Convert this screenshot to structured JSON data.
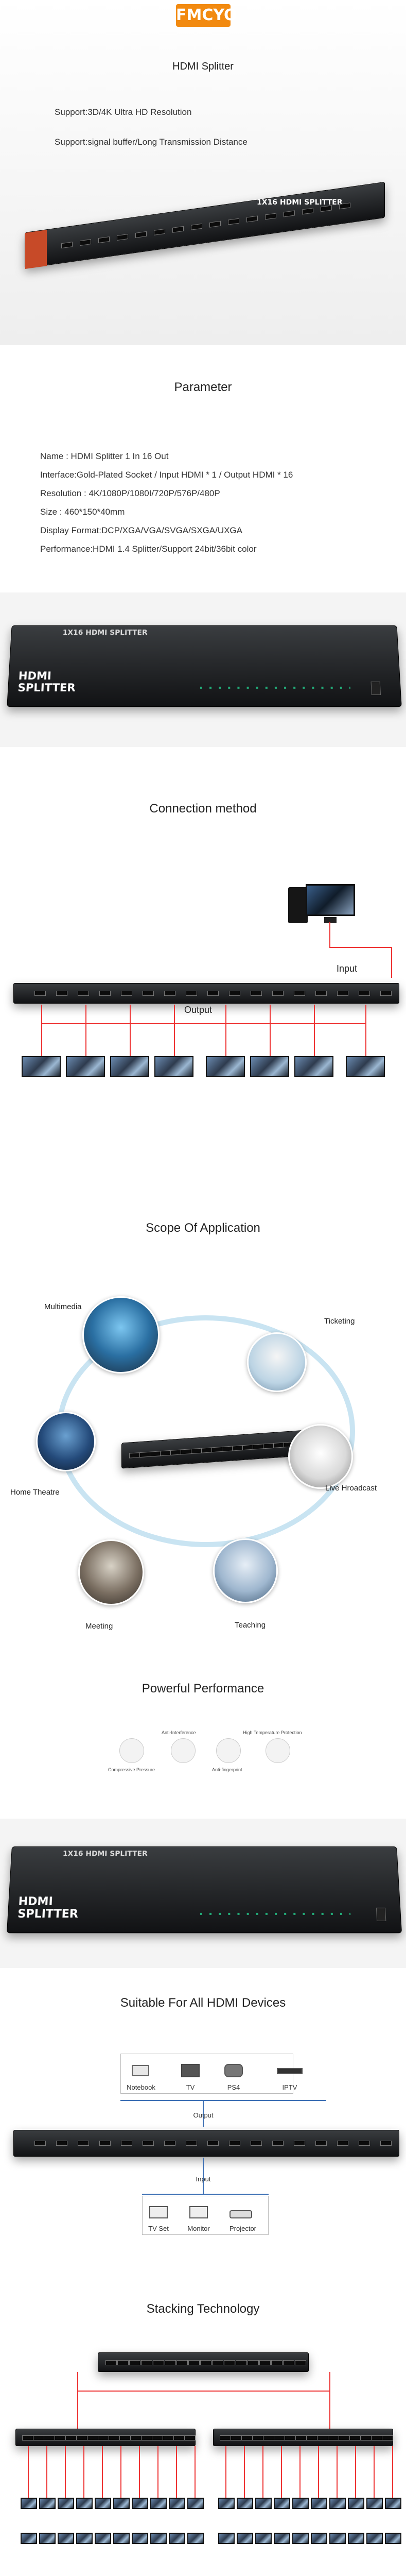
{
  "brand": {
    "logo_text": "FMCYO"
  },
  "hero": {
    "title": "HDMI Splitter",
    "support_lines": [
      "Support:3D/4K Ultra HD Resolution",
      "Support:signal buffer/Long Transmission Distance"
    ],
    "device_label": "1X16 HDMI SPLITTER"
  },
  "parameter": {
    "title": "Parameter",
    "lines": [
      "Name : HDMI Splitter 1 In 16 Out",
      "Interface:Gold-Plated Socket / Input HDMI * 1 / Output HDMI * 16",
      "Resolution : 4K/1080P/1080I/720P/576P/480P",
      "Size : 460*150*40mm",
      "Display Format:DCP/XGA/VGA/SVGA/SXGA/UXGA",
      "Performance:HDMI 1.4 Splitter/Support 24bit/36bit color"
    ],
    "device_top_label": "1X16 HDMI SPLITTER",
    "device_front_label_1": "HDMI",
    "device_front_label_2": "SPLITTER"
  },
  "connection": {
    "title": "Connection method",
    "input_label": "Input",
    "output_label": "Output"
  },
  "scope": {
    "title": "Scope Of Application",
    "labels": {
      "multimedia": "Multimedia",
      "ticketing": "Ticketing",
      "home_theatre": "Home Theatre",
      "live_broadcast": "Live Hroadcast",
      "meeting": "Meeting",
      "teaching": "Teaching"
    }
  },
  "performance": {
    "title": "Powerful Performance",
    "features": [
      "Anti-Interference",
      "High Temperature Protection",
      "Compressive Pressure",
      "Anti-fingerprint"
    ],
    "device_top_label": "1X16 HDMI SPLITTER",
    "device_front_label_1": "HDMI",
    "device_front_label_2": "SPLITTER"
  },
  "compat": {
    "title": "Suitable For All HDMI Devices",
    "top_devices": [
      "Notebook",
      "TV",
      "PS4",
      "IPTV"
    ],
    "output_label": "Output",
    "input_label": "Input",
    "bottom_devices": [
      "TV Set",
      "Monitor",
      "Projector"
    ]
  },
  "stacking": {
    "title": "Stacking Technology"
  },
  "colors": {
    "accent": "#f28a10",
    "wire": "#e33333",
    "device": "#1b1c1e"
  }
}
